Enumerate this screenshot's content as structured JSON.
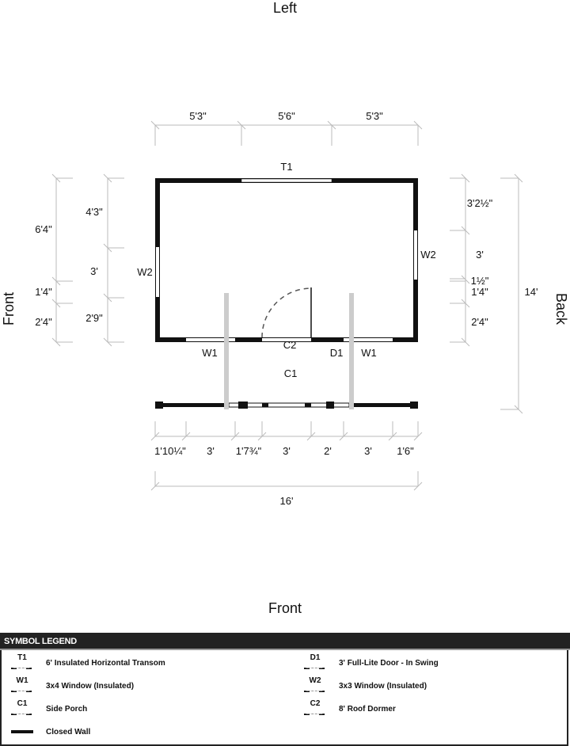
{
  "sides": {
    "top": "Left",
    "bottom": "Front",
    "left": "Front",
    "right": "Back"
  },
  "plan_labels": {
    "t1": "T1",
    "w2_left": "W2",
    "w2_right": "W2",
    "w1_left": "W1",
    "w1_right": "W1",
    "c2": "C2",
    "d1": "D1",
    "c1": "C1"
  },
  "dimensions": {
    "top": [
      "5'3\"",
      "5'6\"",
      "5'3\""
    ],
    "left_outer": [
      "6'4\"",
      "1'4\"",
      "2'4\""
    ],
    "left_inner": [
      "4'3\"",
      "3'",
      "2'9\""
    ],
    "right_inner": [
      "3'2½\"",
      "3'",
      "1½\"",
      "1'4\"",
      "2'4\""
    ],
    "right_total": "14'",
    "bottom": [
      "1'10¼\"",
      "3'",
      "1'7¾\"",
      "3'",
      "2'",
      "3'",
      "1'6\""
    ],
    "bottom_total": "16'"
  },
  "legend": {
    "title": "SYMBOL LEGEND",
    "items": [
      {
        "code": "T1",
        "label": "6' Insulated Horizontal Transom"
      },
      {
        "code": "D1",
        "label": "3' Full-Lite Door - In Swing"
      },
      {
        "code": "W1",
        "label": "3x4 Window (Insulated)"
      },
      {
        "code": "W2",
        "label": "3x3 Window (Insulated)"
      },
      {
        "code": "C1",
        "label": "Side Porch"
      },
      {
        "code": "C2",
        "label": "8' Roof Dormer"
      },
      {
        "code": "",
        "label": "Closed Wall"
      }
    ]
  }
}
